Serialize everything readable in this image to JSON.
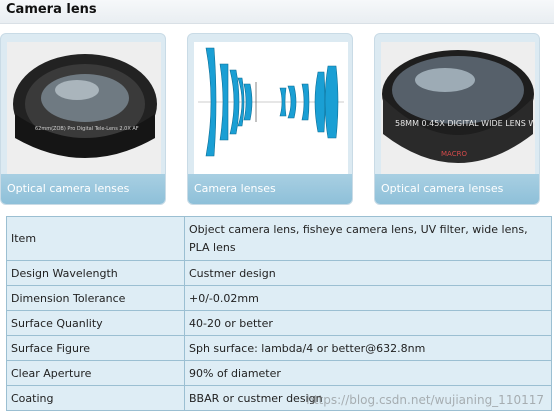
{
  "header": {
    "title": "Camera lens"
  },
  "gallery": [
    {
      "caption": "Optical camera lenses",
      "lens_print": "62mm(ZOB) Pro Digital Tele-Lens 2.0X AF"
    },
    {
      "caption": "Camera lenses"
    },
    {
      "caption": "Optical camera lenses",
      "lens_print": "58MM 0.45X DIGITAL WIDE LENS W/",
      "macro": "MACRO"
    }
  ],
  "specs": {
    "rows": [
      {
        "label": "Item",
        "value": "Object camera lens, fisheye camera lens, UV filter, wide lens, PLA lens"
      },
      {
        "label": "Design Wavelength",
        "value": "Custmer design"
      },
      {
        "label": "Dimension Tolerance",
        "value": "+0/-0.02mm"
      },
      {
        "label": "Surface Quanlity",
        "value": "40-20 or better"
      },
      {
        "label": "Surface Figure",
        "value": "Sph surface: lambda/4 or better@632.8nm"
      },
      {
        "label": "Clear Aperture",
        "value": "90% of diameter"
      },
      {
        "label": "Coating",
        "value": "BBAR or custmer design"
      }
    ]
  },
  "watermark": "https://blog.csdn.net/wujianing_110117",
  "colors": {
    "caption_bg": "#99c7de",
    "table_bg": "#deedf5",
    "table_border": "#9bbfd2",
    "lens_blue": "#1a9fd4"
  }
}
